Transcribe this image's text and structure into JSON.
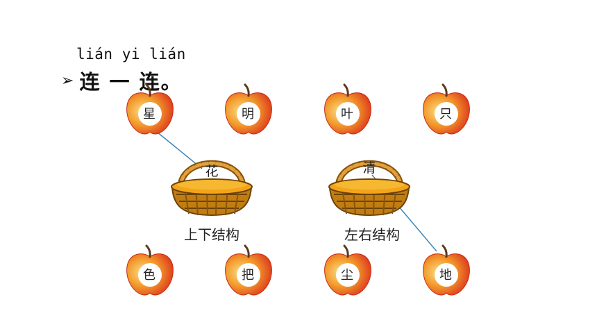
{
  "header": {
    "pinyin": "lián yi lián",
    "title": "连 一 连。"
  },
  "apples_top": [
    "星",
    "明",
    "叶",
    "只"
  ],
  "apples_bottom": [
    "色",
    "把",
    "尘",
    "地"
  ],
  "baskets": [
    {
      "char": "花",
      "label": "上下结构"
    },
    {
      "char": "清",
      "label": "左右结构"
    }
  ],
  "colors": {
    "apple_red": "#e2331a",
    "apple_orange": "#f39a2c",
    "basket_brown": "#b0700e",
    "basket_fill": "#f2a51a",
    "connector_line": "#3f86b5"
  }
}
